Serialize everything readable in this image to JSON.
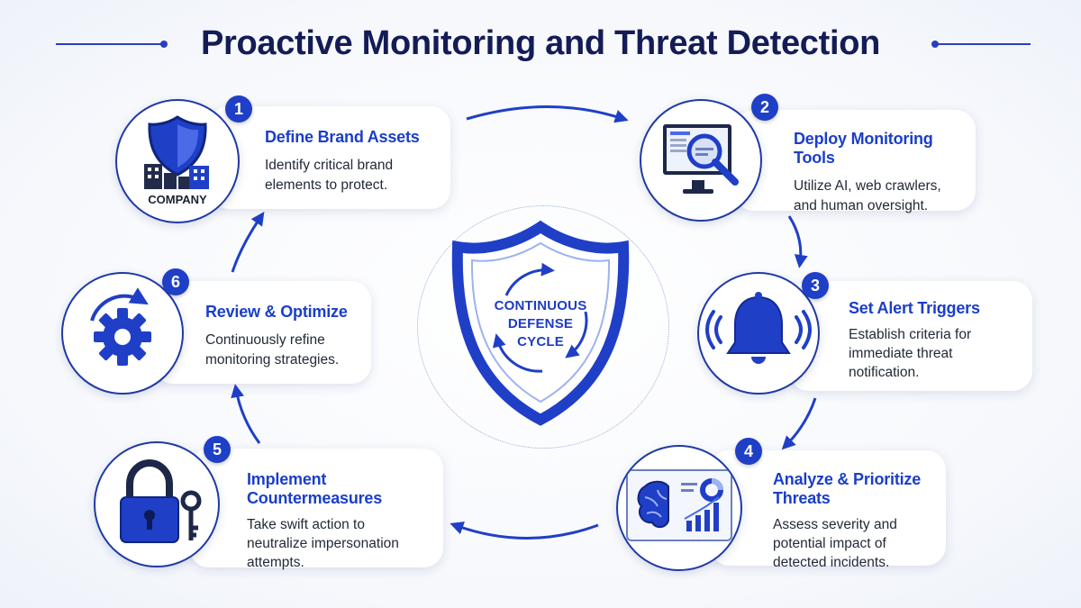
{
  "title": "Proactive Monitoring and Threat Detection",
  "center": {
    "label": "CONTINUOUS\nDEFENSE\nCYCLE"
  },
  "steps": [
    {
      "number": "1",
      "title": "Define Brand Assets",
      "description": "Identify critical brand\nelements to protect.",
      "icon": "shield-building-icon",
      "icon_text": "COMPANY"
    },
    {
      "number": "2",
      "title": "Deploy Monitoring Tools",
      "description": "Utilize AI, web crawlers,\nand human oversight.",
      "icon": "monitor-magnifier-icon"
    },
    {
      "number": "3",
      "title": "Set Alert Triggers",
      "description": "Establish criteria for\nimmediate threat\nnotification.",
      "icon": "alert-bell-icon"
    },
    {
      "number": "4",
      "title": "Analyze & Prioritize Threats",
      "description": "Assess severity and\npotential impact of\ndetected incidents.",
      "icon": "brain-analytics-icon"
    },
    {
      "number": "5",
      "title": "Implement Countermeasures",
      "description": "Take swift action to\nneutralize impersonation\nattempts.",
      "icon": "padlock-key-icon"
    },
    {
      "number": "6",
      "title": "Review & Optimize",
      "description": "Continuously refine\nmonitoring strategies.",
      "icon": "gear-refresh-icon"
    }
  ],
  "colors": {
    "primary": "#1f3fc7",
    "dark": "#141c56",
    "accent": "#2a4fd8"
  }
}
